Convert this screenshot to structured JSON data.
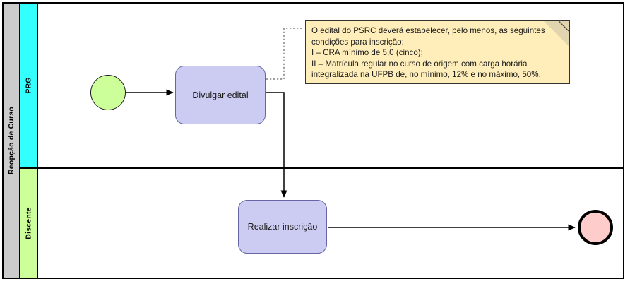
{
  "pool": {
    "label": "Reopção de Curso",
    "header_color": "#cccccc",
    "border_color": "#000000"
  },
  "lanes": [
    {
      "id": "prg",
      "label": "PRG",
      "color": "#33ffff"
    },
    {
      "id": "discente",
      "label": "Discente",
      "color": "#ccff99"
    }
  ],
  "events": [
    {
      "id": "start",
      "name": "start-event",
      "type": "start",
      "color": "#ccff99"
    },
    {
      "id": "end",
      "name": "end-event",
      "type": "end",
      "color": "#ffcccc"
    }
  ],
  "tasks": [
    {
      "id": "divulgar",
      "label": "Divulgar edital",
      "lane": "prg",
      "color": "#ccccf2",
      "border_color": "#6666a5"
    },
    {
      "id": "realizar",
      "label": "Realizar inscrição",
      "lane": "discente",
      "color": "#ccccf2",
      "border_color": "#6666a5"
    }
  ],
  "annotation": {
    "text": "O edital do PSRC deverá estabelecer, pelo menos, as seguintes condições para inscrição:\nI – CRA mínimo de 5,0 (cinco);\nII – Matrícula regular no curso de origem com carga horária integralizada na UFPB de, no mínimo, 12% e no máximo, 50%.",
    "background_color": "#ffeeba",
    "fold_color": "#e0d5ae",
    "border_color": "#333333"
  },
  "flows": [
    {
      "id": "start-to-divulgar",
      "name": "sequence-flow-start-to-divulgar",
      "type": "sequence"
    },
    {
      "id": "divulgar-to-realizar",
      "name": "sequence-flow-divulgar-to-realizar",
      "type": "sequence"
    },
    {
      "id": "realizar-to-end",
      "name": "sequence-flow-realizar-to-end",
      "type": "sequence"
    },
    {
      "id": "divulgar-to-annotation",
      "name": "association-divulgar-to-annotation",
      "type": "association"
    }
  ]
}
